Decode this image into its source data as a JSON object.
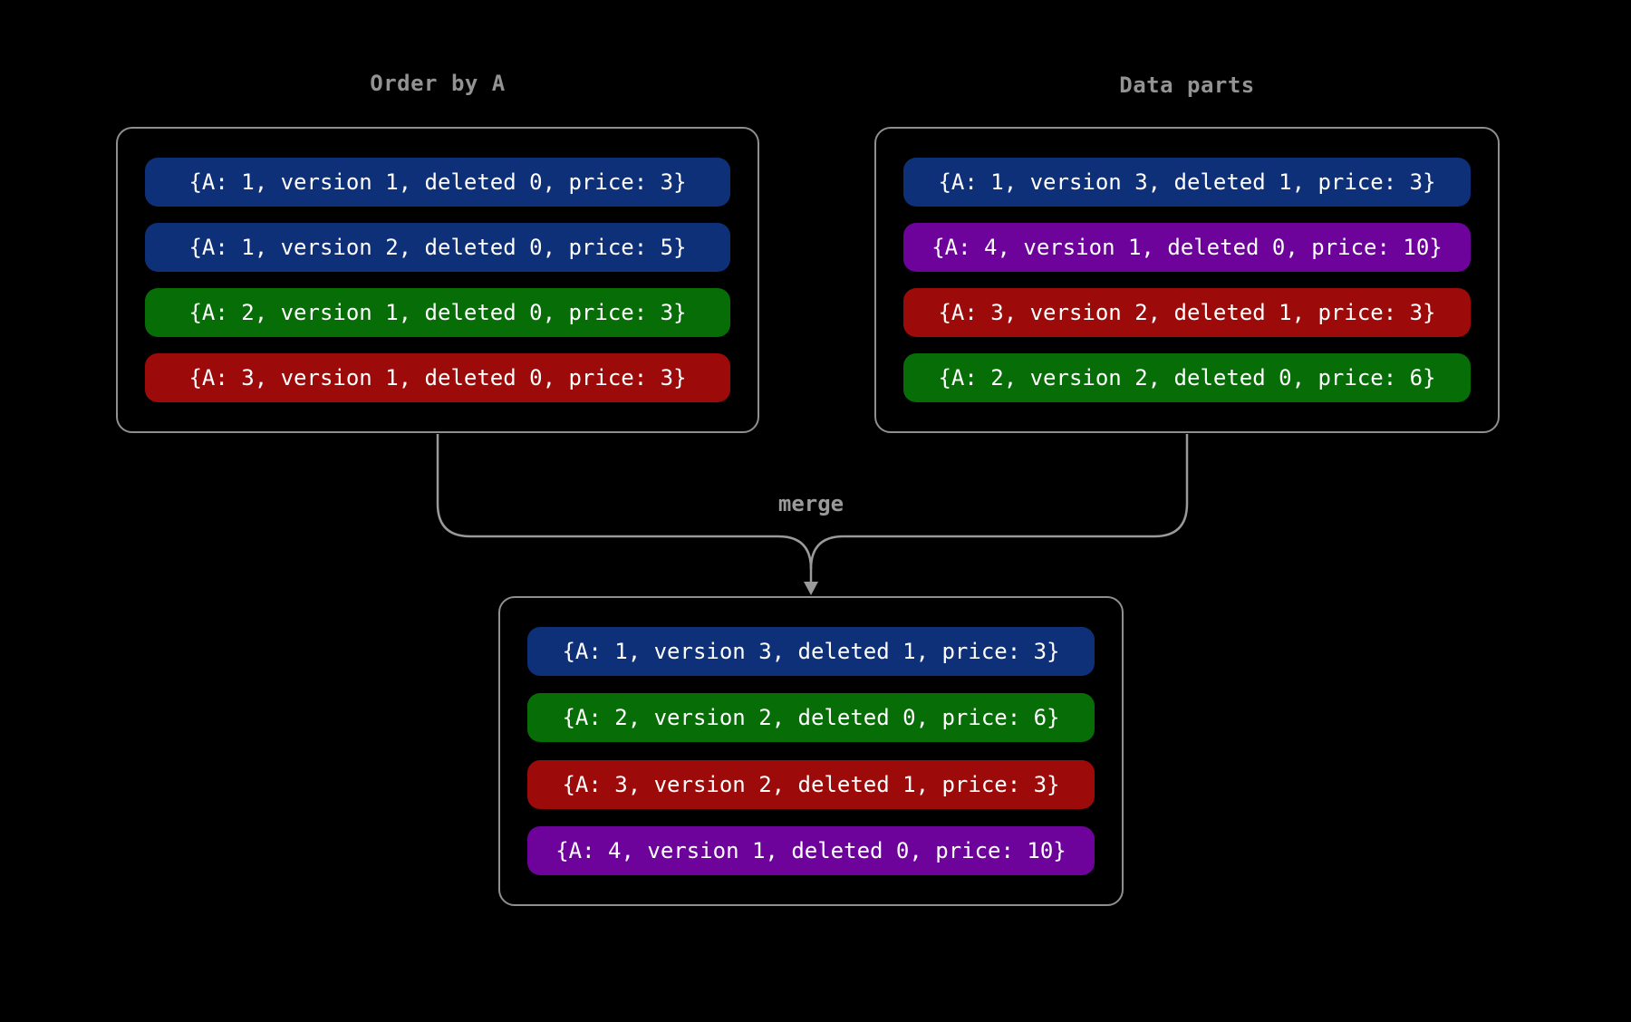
{
  "diagram": {
    "background": "#000000",
    "border_color": "#8f8f8f",
    "connector_color": "#9a9a9a",
    "title_color": "#939393",
    "row_text_color": "#ffffff",
    "colors": {
      "blue": "#0e3078",
      "green": "#076d07",
      "red": "#9d0a0a",
      "purple": "#6d039b"
    },
    "merge_label": "merge",
    "boxes": {
      "order_by_a": {
        "title": "Order by A",
        "rows": [
          {
            "text": "{A: 1, version 1, deleted 0, price: 3}",
            "color": "blue"
          },
          {
            "text": "{A: 1, version 2, deleted 0, price: 5}",
            "color": "blue"
          },
          {
            "text": "{A: 2, version 1, deleted 0, price: 3}",
            "color": "green"
          },
          {
            "text": "{A: 3, version 1, deleted 0, price: 3}",
            "color": "red"
          }
        ]
      },
      "data_parts": {
        "title": "Data parts",
        "rows": [
          {
            "text": "{A: 1, version 3, deleted 1, price: 3}",
            "color": "blue"
          },
          {
            "text": "{A: 4, version 1, deleted 0, price: 10}",
            "color": "purple"
          },
          {
            "text": "{A: 3, version 2, deleted 1, price: 3}",
            "color": "red"
          },
          {
            "text": "{A: 2, version 2, deleted 0, price: 6}",
            "color": "green"
          }
        ]
      },
      "merged": {
        "rows": [
          {
            "text": "{A: 1, version 3, deleted 1, price: 3}",
            "color": "blue"
          },
          {
            "text": "{A: 2, version 2, deleted 0, price: 6}",
            "color": "green"
          },
          {
            "text": "{A: 3, version 2, deleted 1, price: 3}",
            "color": "red"
          },
          {
            "text": "{A: 4, version 1, deleted 0, price: 10}",
            "color": "purple"
          }
        ]
      }
    }
  }
}
